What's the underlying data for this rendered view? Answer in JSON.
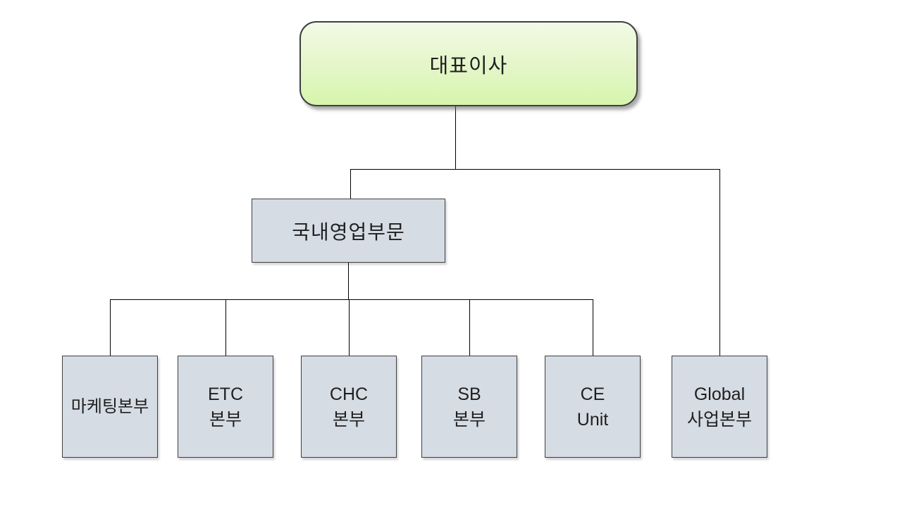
{
  "org_chart": {
    "title": "organization-chart",
    "root": {
      "label": "대표이사"
    },
    "division": {
      "label": "국내영업부문"
    },
    "departments": [
      {
        "line1": "마케팅본부",
        "line2": ""
      },
      {
        "line1": "ETC",
        "line2": "본부"
      },
      {
        "line1": "CHC",
        "line2": "본부"
      },
      {
        "line1": "SB",
        "line2": "본부"
      },
      {
        "line1": "CE",
        "line2": "Unit"
      },
      {
        "line1": "Global",
        "line2": "사업본부"
      }
    ],
    "colors": {
      "root_fill_top": "#f1fae5",
      "root_fill_bottom": "#d6f5ac",
      "box_fill": "#d6dce4",
      "border": "#3f3f3f",
      "connector": "#000000",
      "background": "#ffffff",
      "text": "#1f1f1f"
    }
  }
}
